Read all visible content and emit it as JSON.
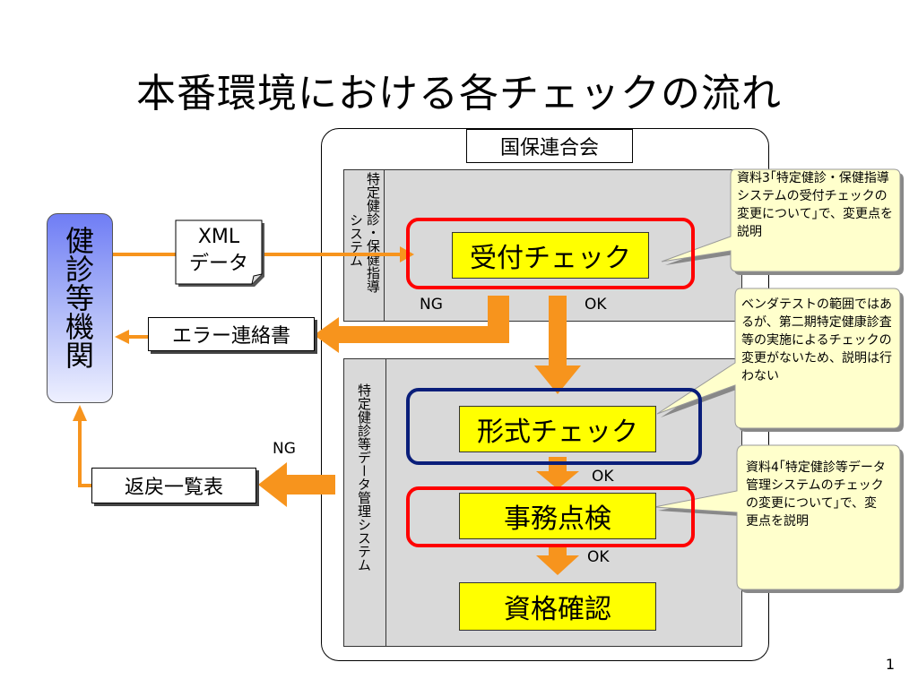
{
  "title": "本番環境における各チェックの流れ",
  "slide_number": "1",
  "org_label": "国保連合会",
  "institution_label": "健診等機関",
  "top_system_label_col1": "特定健診・保健指導",
  "top_system_label_col2": "システム",
  "bottom_system_label": "特定健診等データ管理システム",
  "xml_label_line1": "XML",
  "xml_label_line2": "データ",
  "error_notice": "エラー連絡書",
  "return_list": "返戻一覧表",
  "checks": {
    "uketsuke": "受付チェック",
    "keishiki": "形式チェック",
    "jimu": "事務点検",
    "shikaku": "資格確認"
  },
  "flow_labels": {
    "ng_top": "NG",
    "ok_top": "OK",
    "ok_mid": "OK",
    "ok_low": "OK",
    "ng_left": "NG"
  },
  "callouts": {
    "callout1": "資料3｢特定健診・保健指導システムの受付チェックの変更について｣で、変更点を説明",
    "callout2": "ベンダテストの範囲ではあるが、第二期特定健康診査等の実施によるチェックの変更がないため、説明は行わない",
    "callout3": "資料4｢特定健診等データ管理システムのチェックの変更について｣で、変更点を説明"
  },
  "colors": {
    "arrow": "#f7941d",
    "frame_red": "#ff0000",
    "frame_blue": "#0a1e7a",
    "check_box": "#ffff00",
    "panel": "#d9d9d9",
    "callout": "#ffffcc"
  }
}
